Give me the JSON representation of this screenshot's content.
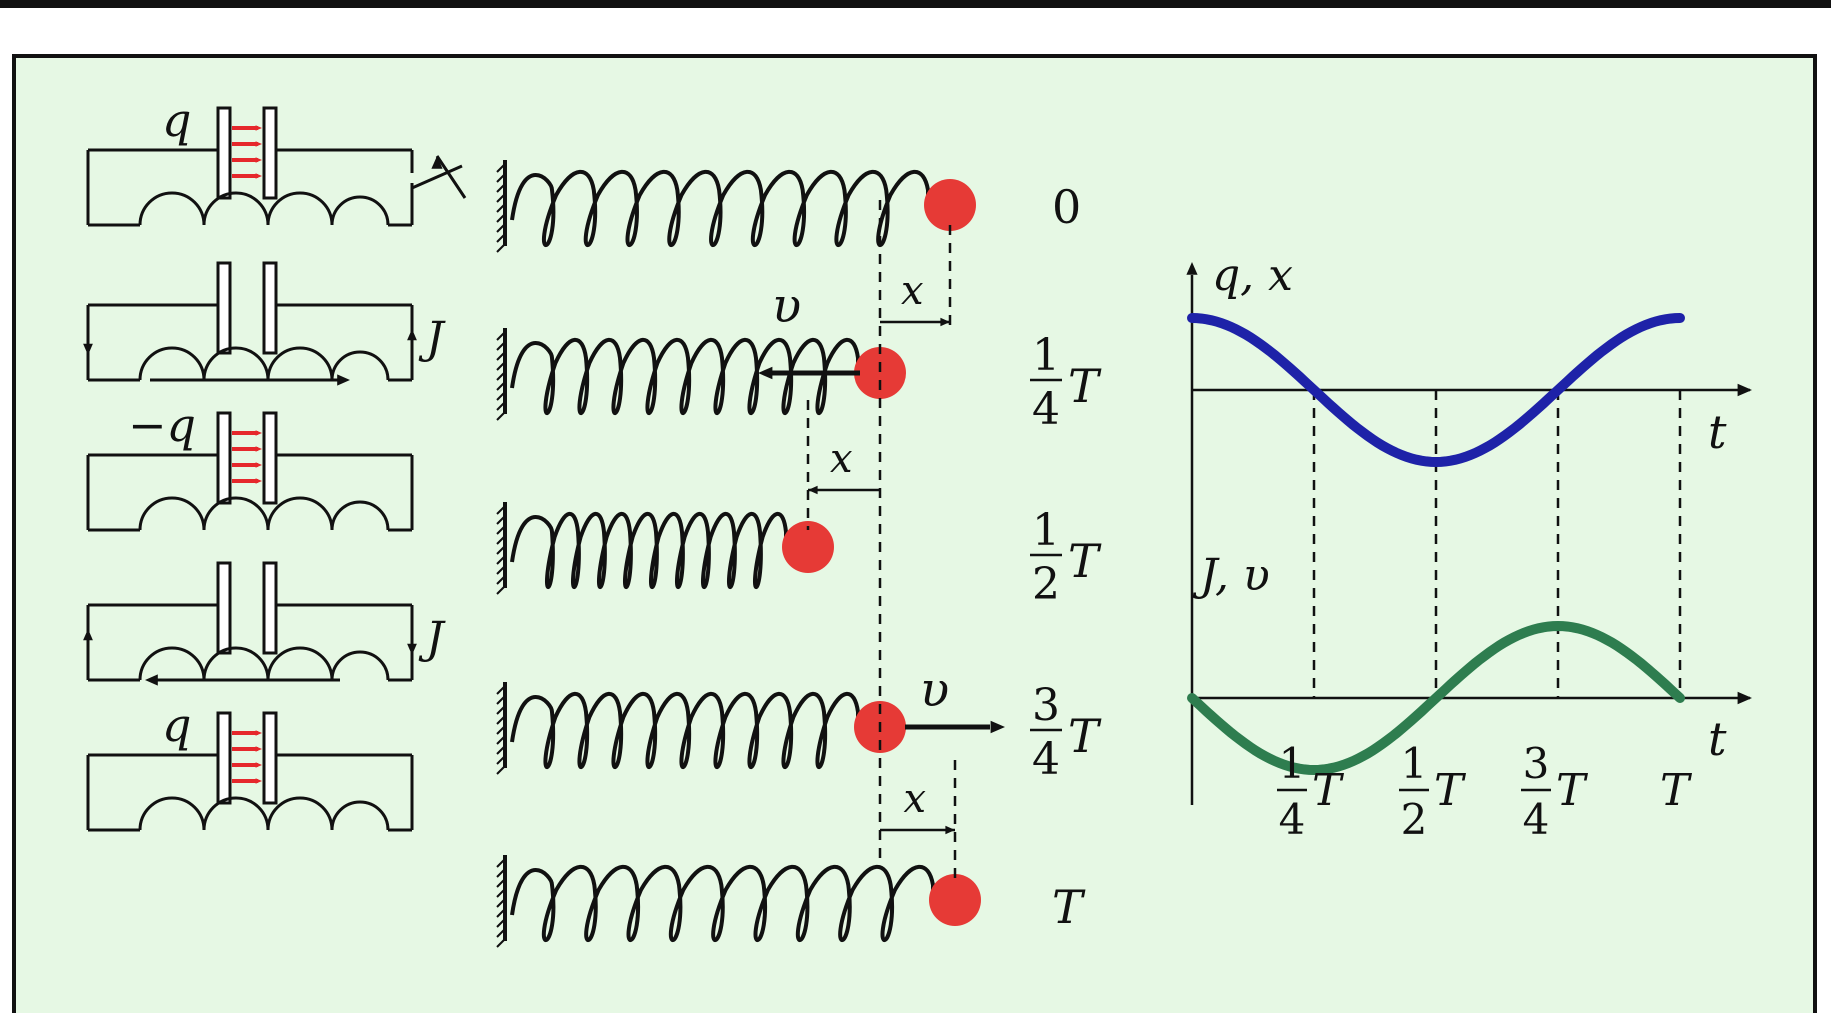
{
  "colors": {
    "background": "#E6F8E4",
    "frame": "#111111",
    "mass": "#E63A36",
    "charge_arrows": "#E6282C",
    "charge_curve": "#1E22A8",
    "current_curve": "#2E7D4F"
  },
  "rows": [
    {
      "time": "0",
      "num": "",
      "den": "",
      "charge": "q"
    },
    {
      "time": "",
      "num": "1",
      "den": "4",
      "charge": ""
    },
    {
      "time": "",
      "num": "1",
      "den": "2",
      "charge": "−q"
    },
    {
      "time": "",
      "num": "3",
      "den": "4",
      "charge": ""
    },
    {
      "time": "",
      "num": "",
      "den": "",
      "charge": "q"
    }
  ],
  "labels": {
    "period": "T",
    "current": "J",
    "velocity": "υ",
    "displacement": "x"
  },
  "graph": {
    "top_axis_label": "q, x",
    "bottom_axis_label": "J, υ",
    "time_label": "t",
    "ticks": [
      {
        "num": "1",
        "den": "4",
        "T": "T"
      },
      {
        "num": "1",
        "den": "2",
        "T": "T"
      },
      {
        "num": "3",
        "den": "4",
        "T": "T"
      },
      {
        "num": "",
        "den": "",
        "T": "T"
      }
    ]
  }
}
